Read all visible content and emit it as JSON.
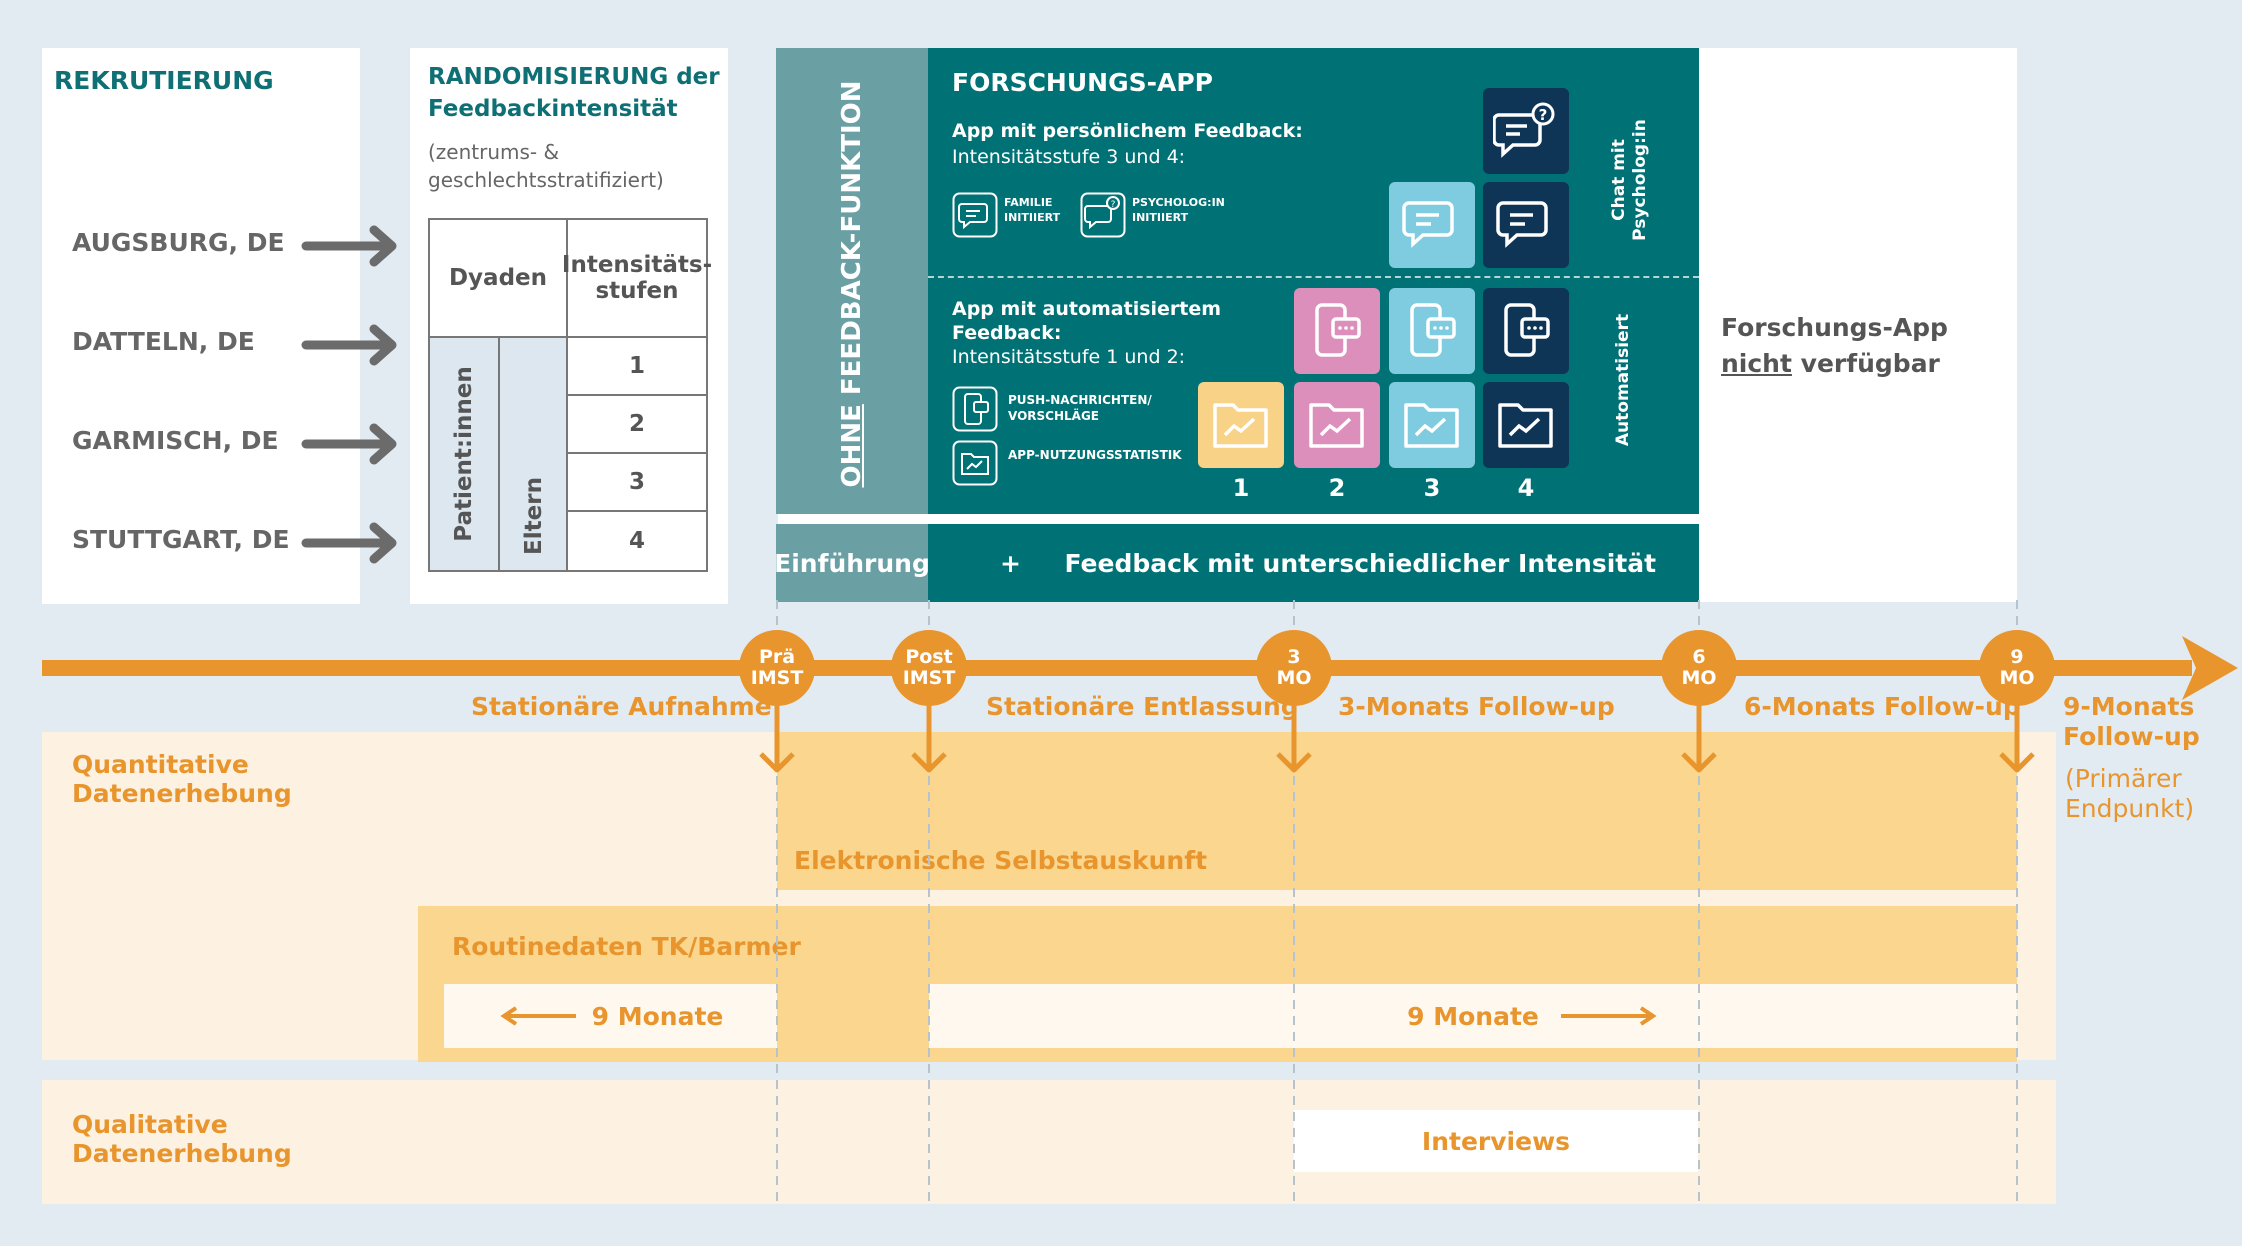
{
  "recruitment": {
    "title": "REKRUTIERUNG",
    "sites": [
      "AUGSBURG, DE",
      "DATTELN, DE",
      "GARMISCH, DE",
      "STUTTGART, DE"
    ]
  },
  "randomization": {
    "title_line1": "RANDOMISIERUNG der",
    "title_line2": "Feedbackintensität",
    "subtitle_line1": "(zentrums- &",
    "subtitle_line2": "geschlechtsstratifiziert)",
    "col_dyads": "Dyaden",
    "col_levels_line1": "Intensitäts-",
    "col_levels_line2": "stufen",
    "group_patients": "Patient:innen",
    "group_parents": "Eltern",
    "levels": [
      "1",
      "2",
      "3",
      "4"
    ]
  },
  "app": {
    "no_feedback_prefix": "OHNE",
    "no_feedback_suffix": " FEEDBACK-FUNKTION",
    "title": "FORSCHUNGS-APP",
    "personal_heading": "App mit persönlichem Feedback:",
    "personal_levels": "Intensitätsstufe 3 und 4:",
    "family_line1": "FAMILIE",
    "family_line2": "INITIIERT",
    "psych_line1": "PSYCHOLOG:IN",
    "psych_line2": "INITIIERT",
    "chat_line1": "Chat mit",
    "chat_line2": "Psycholog:in",
    "auto_line1": "App mit automatisiertem",
    "auto_line2": "Feedback:",
    "auto_levels": "Intensitätsstufe 1 und 2:",
    "push_line1": "PUSH-NACHRICHTEN/",
    "push_line2": "VORSCHLÄGE",
    "usage_stats": "APP-NUTZUNGSSTATISTIK",
    "automated": "Automatisiert",
    "level_numbers": [
      "1",
      "2",
      "3",
      "4"
    ],
    "intro": "Einführung",
    "feedback_bar": "+     Feedback mit unterschiedlicher Intensität",
    "unavailable_line1": "Forschungs-App",
    "unavailable_not": "nicht",
    "unavailable_rest": " verfügbar"
  },
  "timeline": {
    "markers": [
      {
        "line1": "Prä",
        "line2": "IMST"
      },
      {
        "line1": "Post",
        "line2": "IMST"
      },
      {
        "line1": "3",
        "line2": "MO"
      },
      {
        "line1": "6",
        "line2": "MO"
      },
      {
        "line1": "9",
        "line2": "MO"
      }
    ],
    "phase_admission": "Stationäre Aufnahme",
    "phase_discharge": "Stationäre Entlassung",
    "phase_3m": "3-Monats Follow-up",
    "phase_6m": "6-Monats Follow-up",
    "phase_9m_line1": "9-Monats",
    "phase_9m_line2": "Follow-up",
    "primary_line1": "(Primärer",
    "primary_line2": "Endpunkt)"
  },
  "data_collection": {
    "quant_line1": "Quantitative",
    "quant_line2": "Datenerhebung",
    "self_report": "Elektronische Selbstauskunft",
    "routine": "Routinedaten TK/Barmer",
    "nine_months_before": "9 Monate",
    "nine_months_after": "9 Monate",
    "qual_line1": "Qualitative",
    "qual_line2": "Datenerhebung",
    "interviews": "Interviews"
  },
  "colors": {
    "teal_dark": "#007275",
    "teal_light": "#6a9fa3",
    "navy": "#0f3556",
    "orange": "#e8952d",
    "yellow_tile": "#f8d286",
    "pink_tile": "#dd8fbc",
    "cyan_tile": "#7fcce0",
    "band": "#fdf1e1",
    "band_bar": "#fad68f"
  }
}
